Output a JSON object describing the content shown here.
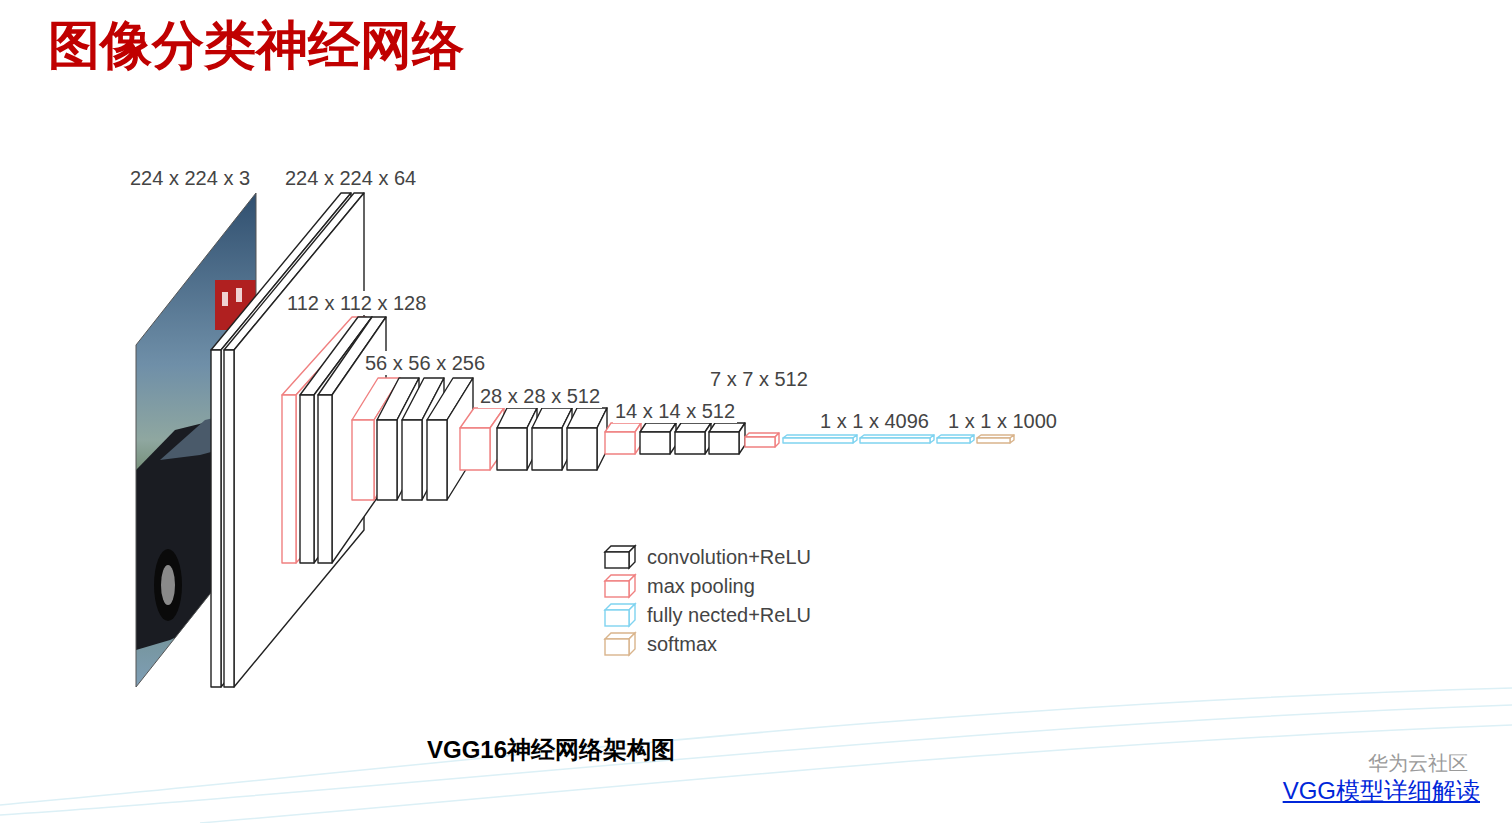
{
  "diagram": {
    "title": "图像分类神经网络",
    "caption": "VGG16神经网络架构图",
    "labels": [
      "224 x 224 x 3",
      "224 x 224 x 64",
      "112 x 112 x 128",
      "56 x 56 x 256",
      "28 x 28 x 512",
      "14 x 14 x 512",
      "7 x 7 x 512",
      "1 x 1 x 4096",
      "1 x 1 x 1000",
      "VGG模型详细解读",
      "华为云社区"
    ],
    "legend": [
      {
        "text": "convolution+ReLU",
        "color": "#222222"
      },
      {
        "text": "max pooling",
        "color": "#f08080"
      },
      {
        "text": "fully nected+ReLU",
        "color": "#7fd3f0"
      },
      {
        "text": "softmax",
        "color": "#d9b48c"
      }
    ]
  }
}
